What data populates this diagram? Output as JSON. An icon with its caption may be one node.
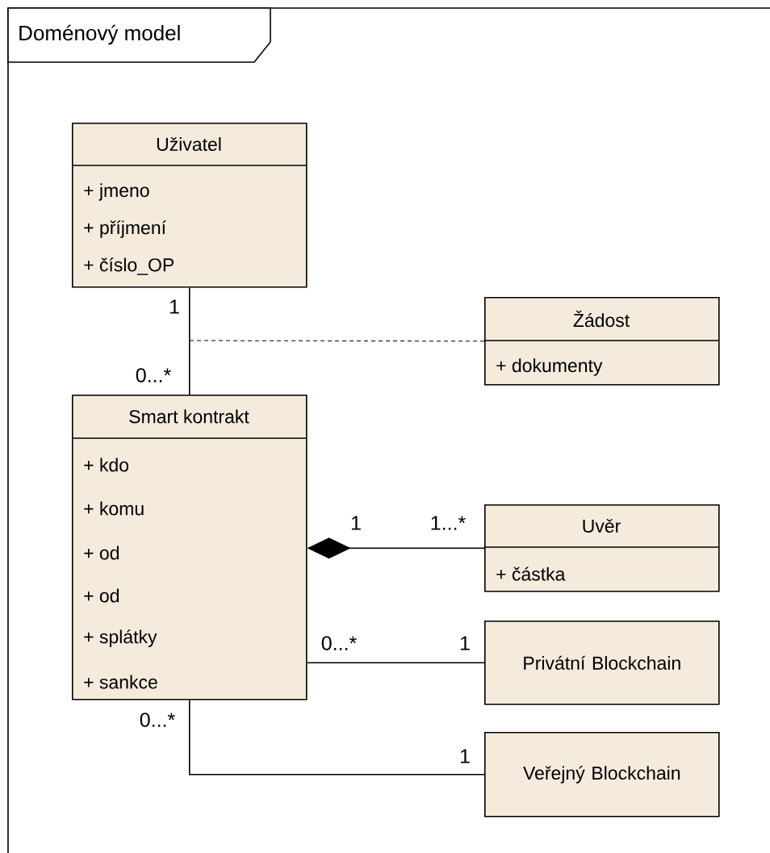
{
  "diagram": {
    "title": "Doménový model",
    "nodes": [
      {
        "text": [
          "Uživatel",
          "+ jmeno",
          "+ příjmení",
          "+ číslo_OP"
        ]
      },
      {
        "text": [
          "Žádost",
          "+ dokumenty"
        ]
      },
      {
        "text": [
          "Smart kontrakt",
          "+ kdo",
          "+ komu",
          "+ od",
          "+ od",
          "+ splátky",
          "+ sankce"
        ]
      },
      {
        "text": [
          "Uvěr",
          "+ částka"
        ]
      },
      {
        "text": [
          "Privátní Blockchain"
        ]
      },
      {
        "text": [
          "Veřejný Blockchain"
        ]
      }
    ],
    "edges": [
      {
        "from": 0,
        "to": 2,
        "arrow": "none"
      },
      {
        "from": null,
        "to": 1,
        "arrow": "none",
        "style": "dashed"
      },
      {
        "from": 2,
        "to": 3,
        "arrow": "other"
      },
      {
        "from": 2,
        "to": 4,
        "arrow": "none"
      },
      {
        "from": 2,
        "to": 5,
        "arrow": "none"
      }
    ],
    "labels": [
      "1",
      "0...*",
      "1",
      "1...*",
      "0...*",
      "1",
      "0...*",
      "1"
    ]
  }
}
